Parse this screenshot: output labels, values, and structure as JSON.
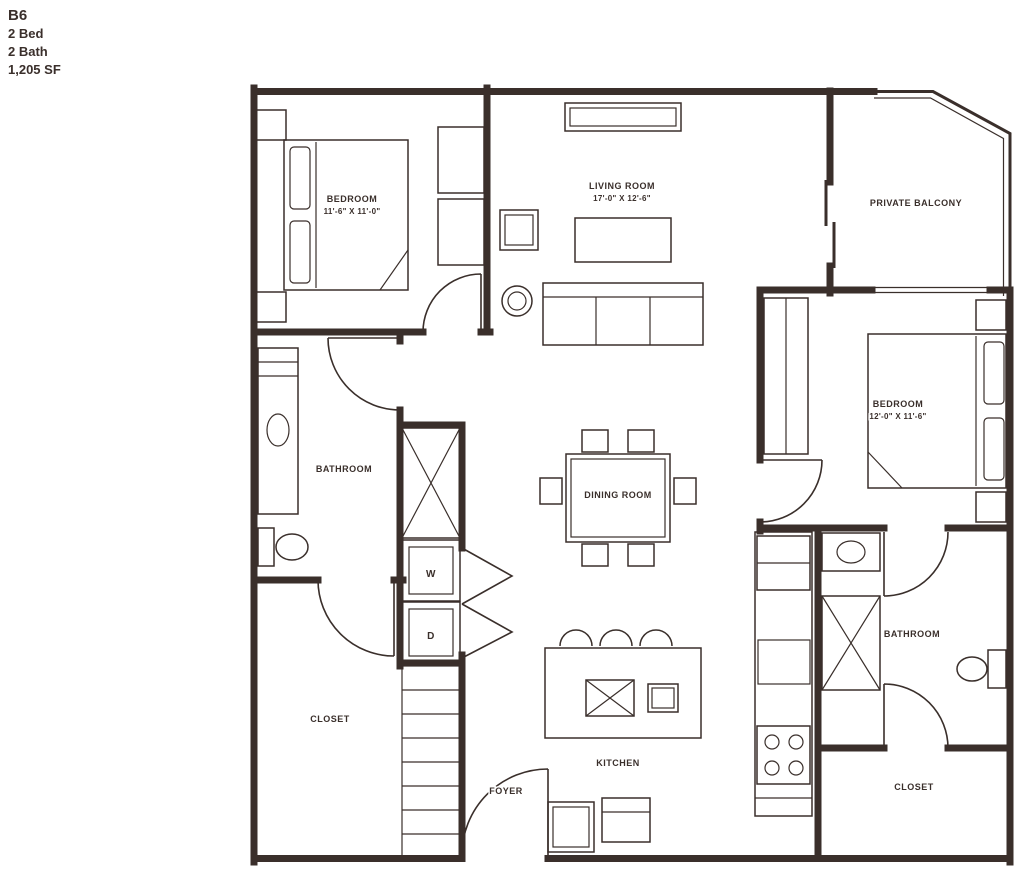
{
  "ink_color": "#3a2f2b",
  "unit": {
    "name": "B6",
    "beds": "2 Bed",
    "baths": "2 Bath",
    "area": "1,205 SF"
  },
  "rooms": {
    "bedroom1": {
      "label": "BEDROOM",
      "dims": "11'-6\" X 11'-0\""
    },
    "living": {
      "label": "LIVING ROOM",
      "dims": "17'-0\" X 12'-6\""
    },
    "balcony": {
      "label": "PRIVATE BALCONY"
    },
    "bedroom2": {
      "label": "BEDROOM",
      "dims": "12'-0\" X 11'-6\""
    },
    "dining": {
      "label": "DINING ROOM"
    },
    "kitchen": {
      "label": "KITCHEN"
    },
    "bathroom1": {
      "label": "BATHROOM"
    },
    "bathroom2": {
      "label": "BATHROOM"
    },
    "closet1": {
      "label": "CLOSET"
    },
    "closet2": {
      "label": "CLOSET"
    },
    "foyer": {
      "label": "FOYER"
    }
  },
  "appliances": {
    "washer": "W",
    "dryer": "D"
  }
}
